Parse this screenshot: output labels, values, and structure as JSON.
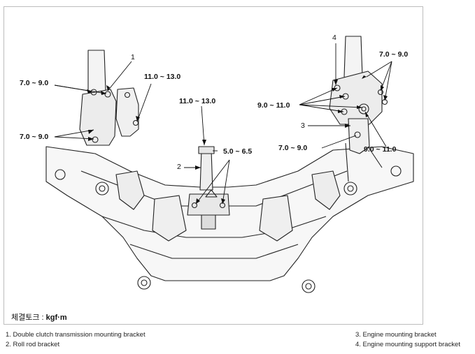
{
  "torque_labels": {
    "t1": "7.0 ~ 9.0",
    "t2": "7.0 ~ 9.0",
    "t3": "11.0 ~ 13.0",
    "t4": "11.0 ~ 13.0",
    "t5": "5.0 ~ 6.5",
    "t6": "7.0 ~ 9.0",
    "t7": "9.0 ~ 11.0",
    "t8": "7.0 ~ 9.0",
    "t9": "9.0 ~ 11.0"
  },
  "callouts": {
    "c1": "1",
    "c2": "2",
    "c3": "3",
    "c4": "4"
  },
  "unit": {
    "label": "체결토크 : ",
    "value": "kgf·m"
  },
  "legend": {
    "item1": "1. Double clutch transmission mounting bracket",
    "item2": "2. Roll rod bracket",
    "item3": "3. Engine mounting bracket",
    "item4": "4. Engine mounting support bracket"
  }
}
